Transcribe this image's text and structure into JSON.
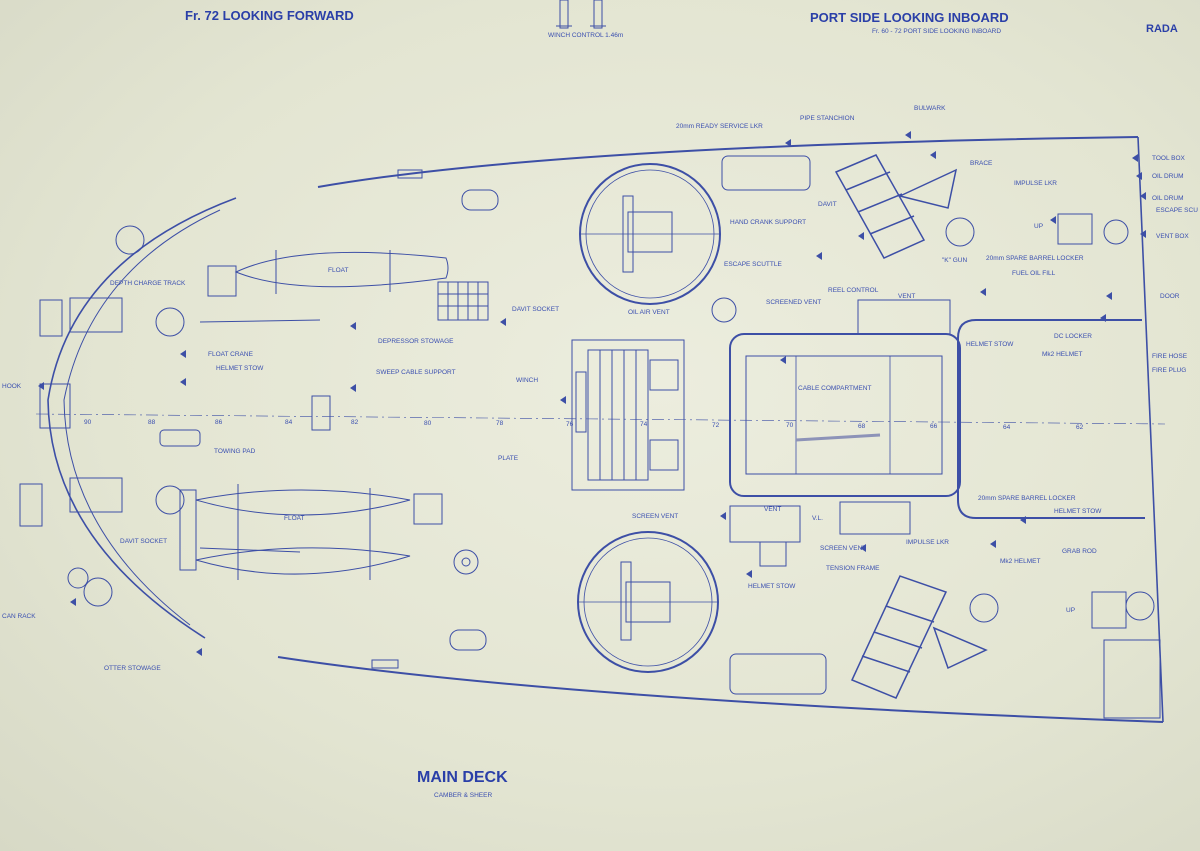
{
  "headings": {
    "fr72": "Fr. 72 LOOKING FORWARD",
    "port_side": "PORT SIDE LOOKING INBOARD",
    "port_side_sub": "Fr. 60 - 72 PORT SIDE LOOKING INBOARD",
    "winch_control": "WINCH CONTROL 1.46m",
    "main_deck": "MAIN DECK",
    "camber": "CAMBER & SHEER",
    "corner_tr": "RADA"
  },
  "labels": {
    "ready_service": "20mm READY SERVICE LKR",
    "pipe_stanchion": "PIPE STANCHION",
    "bulwark": "BULWARK",
    "tool_box": "TOOL BOX",
    "oil_drum": "OIL DRUM",
    "oil_drum_2": "OIL DRUM",
    "escape_scuttle_r": "ESCAPE SCU",
    "vent_box": "VENT BOX",
    "brace": "BRACE",
    "impulse_lkr_top": "IMPULSE LKR",
    "davit": "DAVIT",
    "hand_crank": "HAND CRANK SUPPORT",
    "up_top": "UP",
    "k_gun": "\"K\" GUN",
    "spare_barrel_top": "20mm SPARE BARREL LOCKER",
    "fuel_oil_fill": "FUEL OIL FILL",
    "escape_scuttle": "ESCAPE SCUTTLE",
    "reel_control": "REEL CONTROL",
    "screened_vent": "SCREENED VENT",
    "vent_top": "VENT",
    "door": "DOOR",
    "helmet_stow_r": "HELMET STOW",
    "dc_locker": "DC LOCKER",
    "mk2_helmet_top": "Mk2 HELMET",
    "fire_hose": "FIRE HOSE",
    "fire_plug": "FIRE PLUG",
    "depth_charge_track": "DEPTH CHARGE TRACK",
    "float_top": "FLOAT",
    "davit_socket_top": "DAVIT SOCKET",
    "oil_air_vent": "OIL AIR VENT",
    "depressor_stowage": "DEPRESSOR STOWAGE",
    "float_crane": "FLOAT CRANE",
    "helmet_stow_l": "HELMET STOW",
    "sweep_cable": "SWEEP CABLE SUPPORT",
    "winch": "WINCH",
    "hook": "HOOK",
    "cable_compartment": "CABLE COMPARTMENT",
    "towing_pad": "TOWING PAD",
    "plate": "PLATE",
    "spare_barrel_bot": "20mm SPARE BARREL LOCKER",
    "helmet_stow_bot": "HELMET STOW",
    "screen_vent_a": "SCREEN VENT",
    "vent_bot": "VENT",
    "vl": "V.L.",
    "float_bot": "FLOAT",
    "davit_socket_bot": "DAVIT SOCKET",
    "screen_vent_b": "SCREEN VENT",
    "impulse_lkr_bot": "IMPULSE LKR",
    "mk2_helmet_bot": "Mk2 HELMET",
    "grab_rod": "GRAB ROD",
    "tension_frame": "TENSION FRAME",
    "helmet_stow_c": "HELMET STOW",
    "can_rack": "CAN RACK",
    "up_bot": "UP",
    "otter_stowage": "OTTER STOWAGE"
  },
  "frames": [
    "90",
    "88",
    "86",
    "84",
    "82",
    "80",
    "78",
    "76",
    "74",
    "72",
    "70",
    "68",
    "66",
    "64",
    "62"
  ]
}
